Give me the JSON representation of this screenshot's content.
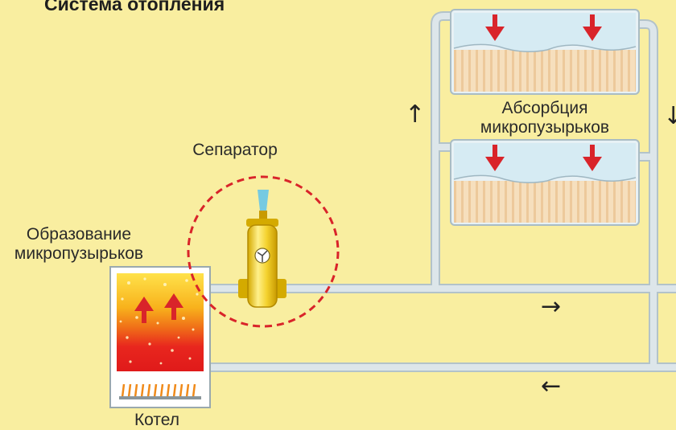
{
  "title": "Система  отопления",
  "labels": {
    "separator": "Сепаратор",
    "formation_line1": "Образование",
    "formation_line2": "микропузырьков",
    "absorption_line1": "Абсорбция",
    "absorption_line2": "микропузырьков",
    "boiler": "Котел"
  },
  "flow_arrows": {
    "up": "↑",
    "down": "↓",
    "right": "→",
    "left": "←"
  },
  "colors": {
    "background": "#f9eea0",
    "pipe": "#d2dce0",
    "pipe_edge": "#b3c3c9",
    "separator_body": "#f2cf2a",
    "separator_circle": "#d9242a",
    "radiator_arrow": "#d9242a",
    "boiler_hot": "#f4a100",
    "boiler_red": "#e8261e"
  }
}
